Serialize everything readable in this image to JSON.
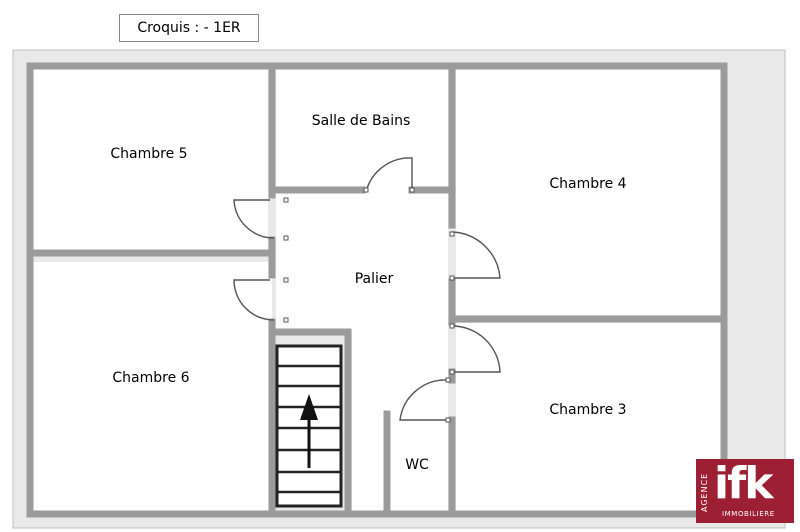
{
  "title": "Croquis : - 1ER",
  "rooms": {
    "chambre5": "Chambre 5",
    "salle_de_bains": "Salle de Bains",
    "chambre4": "Chambre 4",
    "palier": "Palier",
    "chambre6": "Chambre 6",
    "chambre3": "Chambre 3",
    "wc": "WC"
  },
  "logo": {
    "brand": "ifk",
    "vertical": "AGENCE",
    "sub": "IMMOBILIERE",
    "color": "#9c1f34"
  },
  "colors": {
    "wall": "#9b9b9b",
    "outer_fill": "#e8e8e8",
    "stair": "#222222"
  }
}
